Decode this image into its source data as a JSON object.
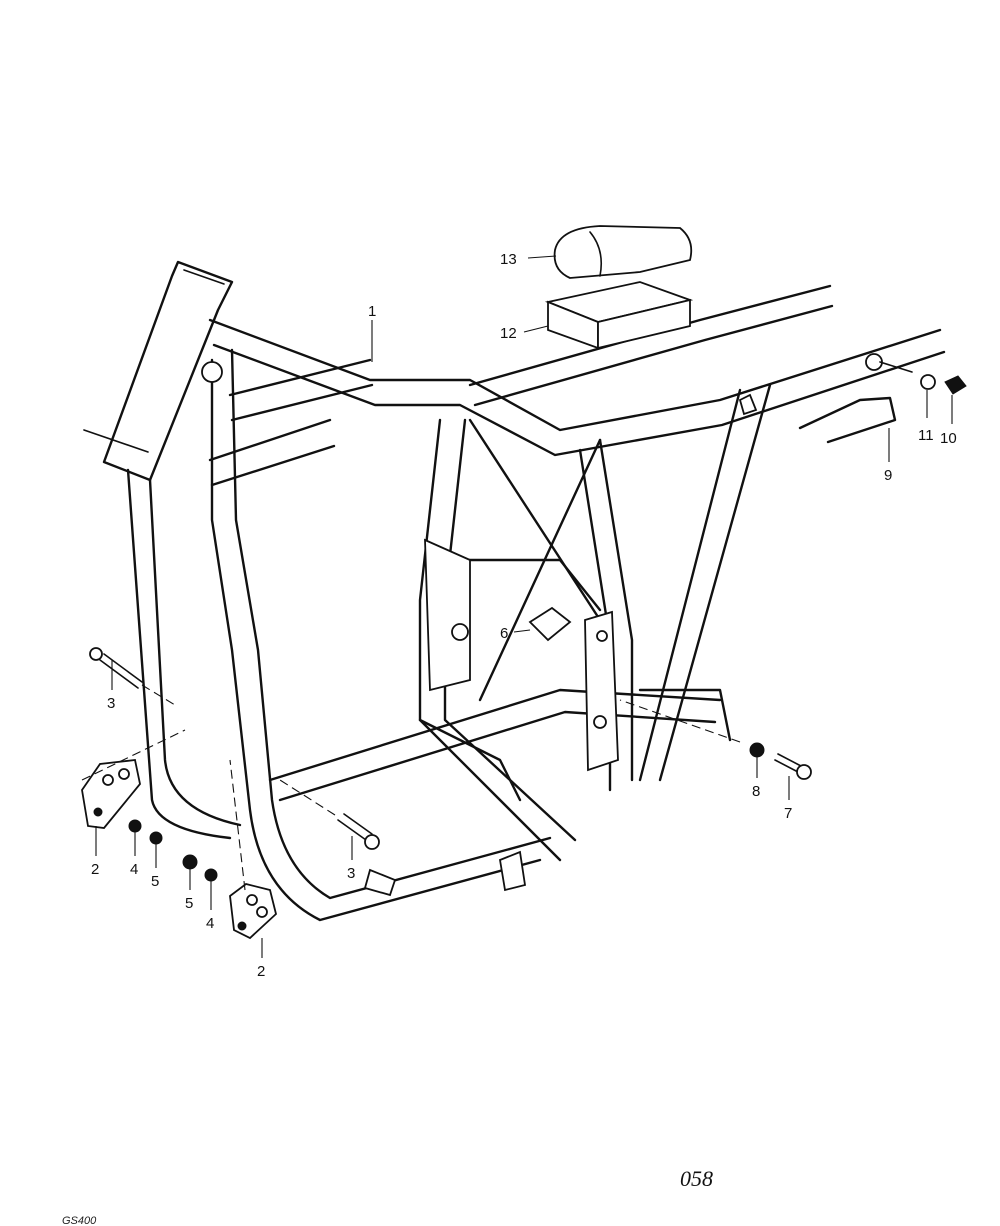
{
  "diagram": {
    "drawing_number": "058",
    "model_code": "GS400",
    "callouts": {
      "frame": "1",
      "engine_mount_plate_left": "2",
      "engine_mount_plate_right": "2",
      "front_mount_bolt": "3",
      "lower_mount_bolt": "3",
      "washer_left": "4",
      "washer_right": "4",
      "nut_left": "5",
      "nut_right": "5",
      "center_mount_bracket": "6",
      "swingarm_pivot_bolt": "7",
      "pivot_nut": "8",
      "seat_hinge_rod": "9",
      "rod_bolt": "10",
      "rod_washer": "11",
      "battery_tray": "12",
      "tool_box_cover": "13"
    }
  }
}
